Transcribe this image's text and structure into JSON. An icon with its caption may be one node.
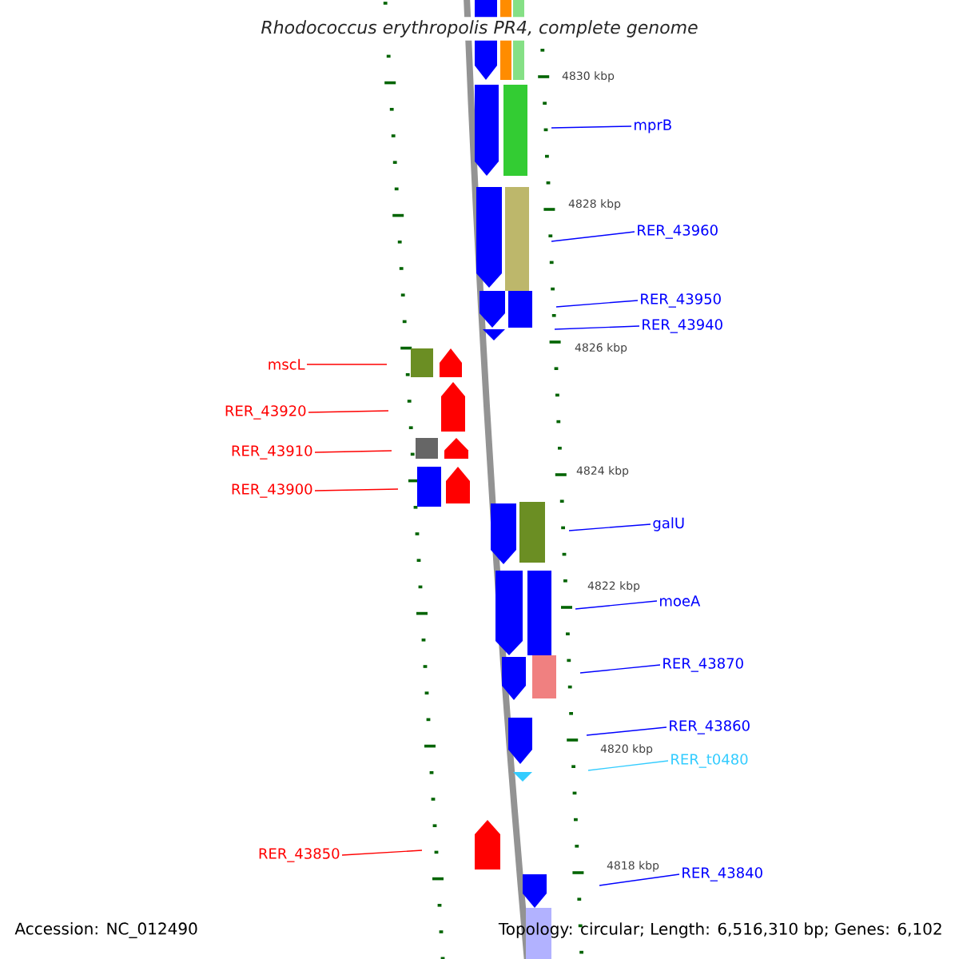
{
  "diagram": {
    "title": "*Rhodococcus erythropolis* PR4, complete genome",
    "nodes": [
      {
        "text": [
          "mprB"
        ]
      },
      {
        "text": [
          "RER_43960"
        ]
      },
      {
        "text": [
          "RER_43950"
        ]
      },
      {
        "text": [
          "RER_43940"
        ]
      },
      {
        "text": [
          "mscL"
        ]
      },
      {
        "text": [
          "RER_43920"
        ]
      },
      {
        "text": [
          "RER_43910"
        ]
      },
      {
        "text": [
          "RER_43900"
        ]
      },
      {
        "text": [
          "galU"
        ]
      },
      {
        "text": [
          "moeA"
        ]
      },
      {
        "text": [
          "RER_43870"
        ]
      },
      {
        "text": [
          "RER_43860"
        ]
      },
      {
        "text": [
          "RER_t0480"
        ]
      },
      {
        "text": [
          "RER_43850"
        ]
      },
      {
        "text": [
          "RER_43840"
        ]
      }
    ],
    "edges": [
      {
        "from": 0,
        "to": null,
        "arrow": "none"
      },
      {
        "from": 1,
        "to": null,
        "arrow": "none"
      },
      {
        "from": 2,
        "to": null,
        "arrow": "none"
      },
      {
        "from": 3,
        "to": null,
        "arrow": "none"
      },
      {
        "from": 4,
        "to": null,
        "arrow": "none",
        "color": "#ff0000"
      },
      {
        "from": 5,
        "to": null,
        "arrow": "none",
        "color": "#ff0000"
      },
      {
        "from": 6,
        "to": null,
        "arrow": "none",
        "color": "#ff0000"
      },
      {
        "from": 7,
        "to": null,
        "arrow": "none",
        "color": "#ff0000"
      },
      {
        "from": 8,
        "to": null,
        "arrow": "none"
      },
      {
        "from": 9,
        "to": null,
        "arrow": "none"
      },
      {
        "from": 10,
        "to": null,
        "arrow": "none"
      },
      {
        "from": 11,
        "to": null,
        "arrow": "none"
      },
      {
        "from": 12,
        "to": null,
        "arrow": "none",
        "color": "#33ccff"
      },
      {
        "from": 13,
        "to": null,
        "arrow": "none",
        "color": "#ff0000"
      },
      {
        "from": 14,
        "to": null,
        "arrow": "none"
      }
    ],
    "labels": [
      "4830 kbp",
      "4828 kbp",
      "4826 kbp",
      "4824 kbp",
      "4822 kbp",
      "4820 kbp",
      "4818 kbp",
      "Accession: NC_012490",
      "Topology: circular; Length: 6,516,310 bp; Genes: 6,102"
    ]
  }
}
